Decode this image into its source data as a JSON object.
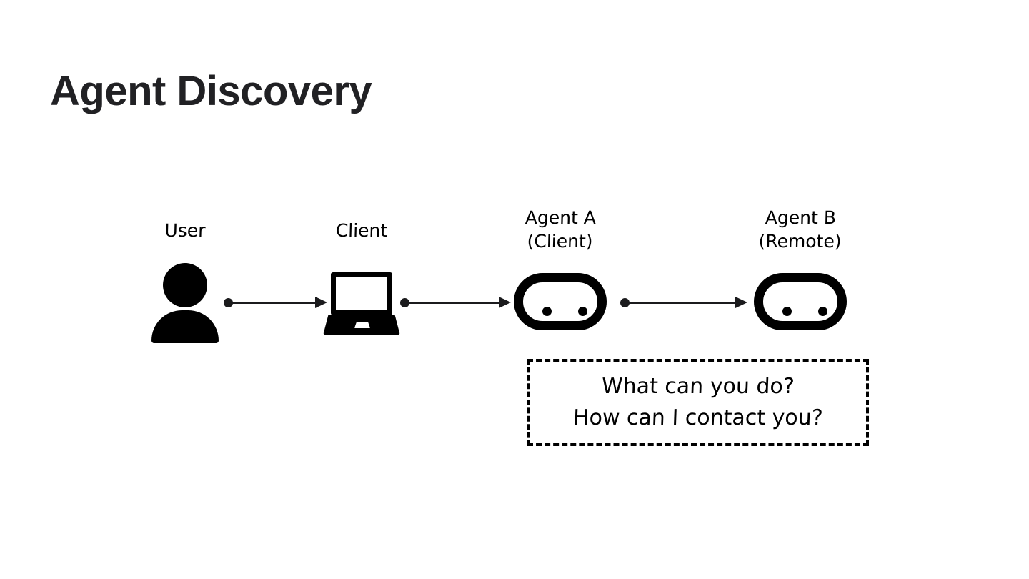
{
  "slide": {
    "title": "Agent Discovery",
    "background_color": "#ffffff",
    "title_color": "#212124",
    "ink_color": "#000000"
  },
  "diagram": {
    "type": "sequence-flow",
    "nodes": [
      {
        "id": "user",
        "icon": "person-icon",
        "label": "User",
        "label_lines": [
          "User"
        ]
      },
      {
        "id": "client",
        "icon": "laptop-icon",
        "label": "Client",
        "label_lines": [
          "Client"
        ]
      },
      {
        "id": "agent-a",
        "icon": "robot-icon",
        "label": "Agent A\n(Client)",
        "label_lines": [
          "Agent A",
          "(Client)"
        ]
      },
      {
        "id": "agent-b",
        "icon": "robot-icon",
        "label": "Agent B\n(Remote)",
        "label_lines": [
          "Agent B",
          "(Remote)"
        ]
      }
    ],
    "arrows": [
      {
        "id": "user-to-client",
        "from": "user",
        "to": "client",
        "style": "dot-tail-solid-arrowhead"
      },
      {
        "id": "client-to-agent-a",
        "from": "client",
        "to": "agent-a",
        "style": "dot-tail-solid-arrowhead"
      },
      {
        "id": "agent-a-to-agent-b",
        "from": "agent-a",
        "to": "agent-b",
        "style": "dot-tail-solid-arrowhead"
      }
    ],
    "callout": {
      "style": "dashed-box",
      "attached_to": "agent-a-to-agent-b",
      "lines": [
        "What can you do?",
        "How can I contact you?"
      ]
    }
  }
}
